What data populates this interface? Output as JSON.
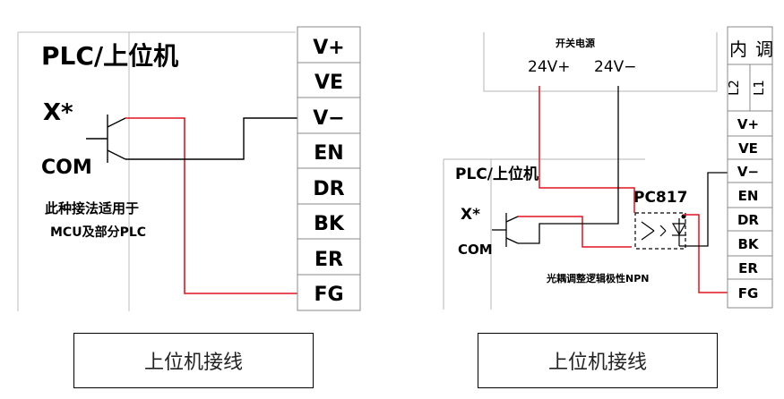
{
  "left_panel": {
    "plc_label": "PLC/上位机",
    "input_label": "X*",
    "com_label": "COM",
    "note_line1": "此种接法适用于",
    "note_line2": "MCU及部分PLC",
    "terminals": [
      "V+",
      "VE",
      "V−",
      "EN",
      "DR",
      "BK",
      "ER",
      "FG"
    ],
    "caption": "上位机接线"
  },
  "right_panel": {
    "power_supply_label": "开关电源",
    "pos_label": "24V+",
    "neg_label": "24V−",
    "side_label_1": "内",
    "side_label_2": "调",
    "l2_label": "L2",
    "l1_label": "L1",
    "plc_label": "PLC/上位机",
    "input_label": "X*",
    "com_label": "COM",
    "optocoupler_label": "PC817",
    "note": "光耦调整逻辑极性NPN",
    "terminals": [
      "V+",
      "VE",
      "V−",
      "EN",
      "DR",
      "BK",
      "ER",
      "FG"
    ],
    "caption": "上位机接线"
  },
  "colors": {
    "wire_red": "#e0141e",
    "wire_black": "#000000",
    "box_gray": "#b4b4b4"
  }
}
